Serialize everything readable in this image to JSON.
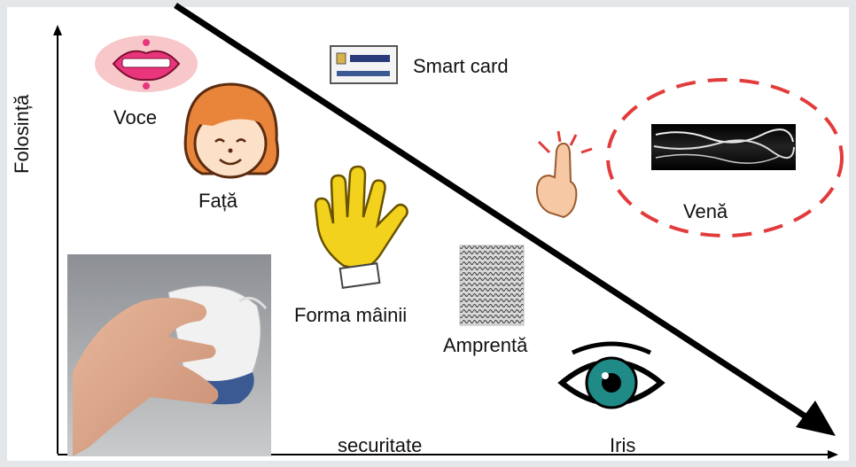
{
  "axes": {
    "x_label": "securitate",
    "y_label": "Folosință"
  },
  "items": {
    "voce": "Voce",
    "fata": "Față",
    "smart_card": "Smart card",
    "vena": "Venă",
    "forma_mainii": "Forma mâinii",
    "amprenta": "Amprentă",
    "iris": "Iris"
  },
  "colors": {
    "trend_arrow": "#000000",
    "vein_ellipse": "#e23b3b",
    "skin": "#f6c9a4",
    "hair": "#e9853b",
    "lips": "#e8357c",
    "hand_glove": "#f2d21c",
    "iris": "#1f8a86",
    "device_blue": "#3b5a93"
  },
  "icons": [
    "lips-icon",
    "face-icon",
    "smart-card-icon",
    "finger-icon",
    "vein-scan-icon",
    "hand-icon",
    "fingerprint-icon",
    "eye-icon",
    "palm-scanner-photo"
  ]
}
